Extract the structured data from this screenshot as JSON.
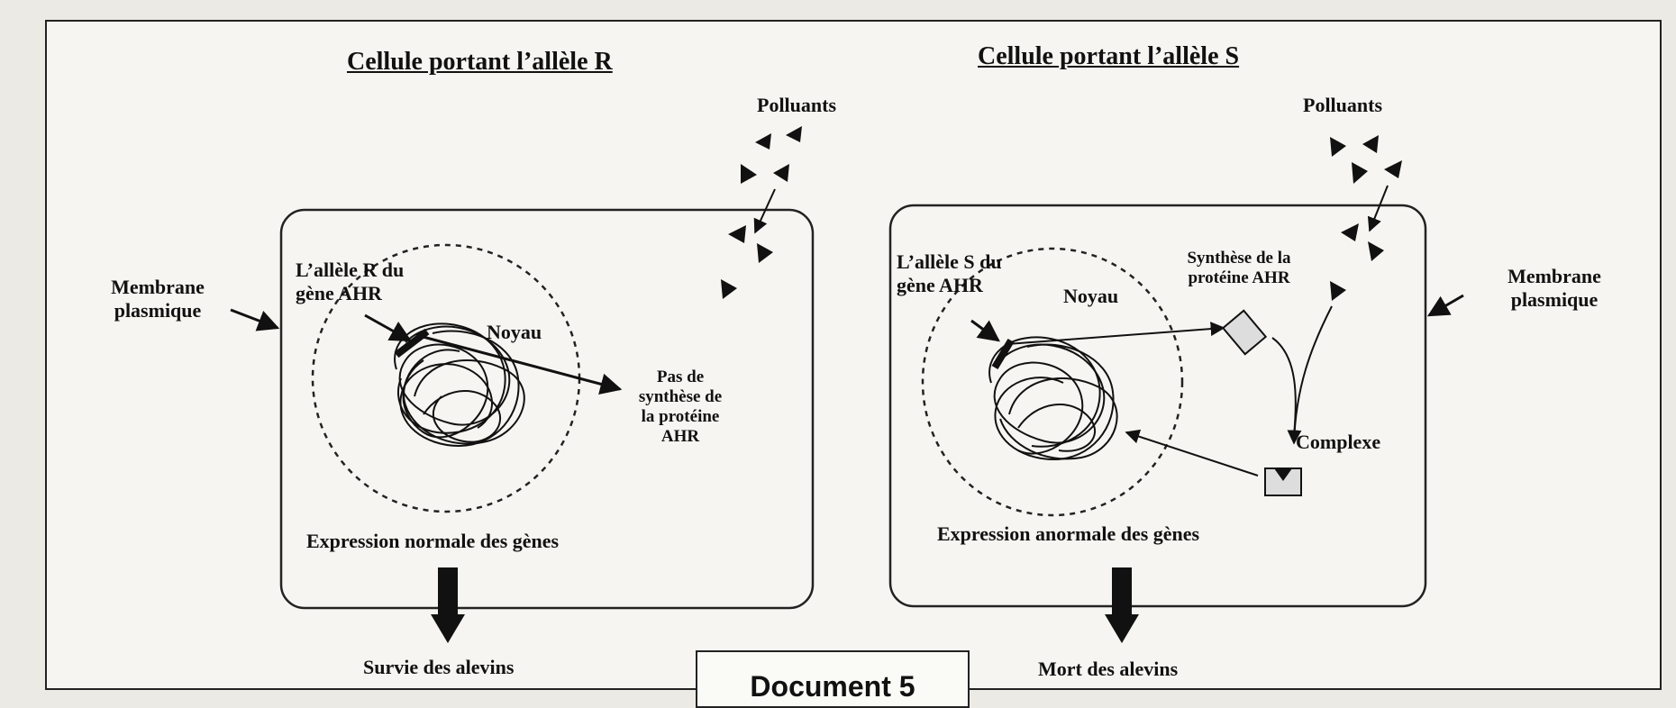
{
  "left_cell": {
    "title": "Cellule portant l’allèle R",
    "pollutants": "Polluants",
    "membrane": "Membrane\nplasmique",
    "allele": "L’allèle R du\ngène AHR",
    "nucleus": "Noyau",
    "no_synthesis": "Pas de\nsynthèse de\nla protéine\nAHR",
    "expression": "Expression normale des gènes",
    "outcome": "Survie des alevins"
  },
  "right_cell": {
    "title": "Cellule portant l’allèle S",
    "pollutants": "Polluants",
    "membrane": "Membrane\nplasmique",
    "allele": "L’allèle S du\ngène AHR",
    "nucleus": "Noyau",
    "synthesis": "Synthèse de la\nprotéine AHR",
    "complex": "Complexe",
    "expression": "Expression anormale des gènes",
    "outcome": "Mort des alevins"
  },
  "document_label": "Document 5"
}
